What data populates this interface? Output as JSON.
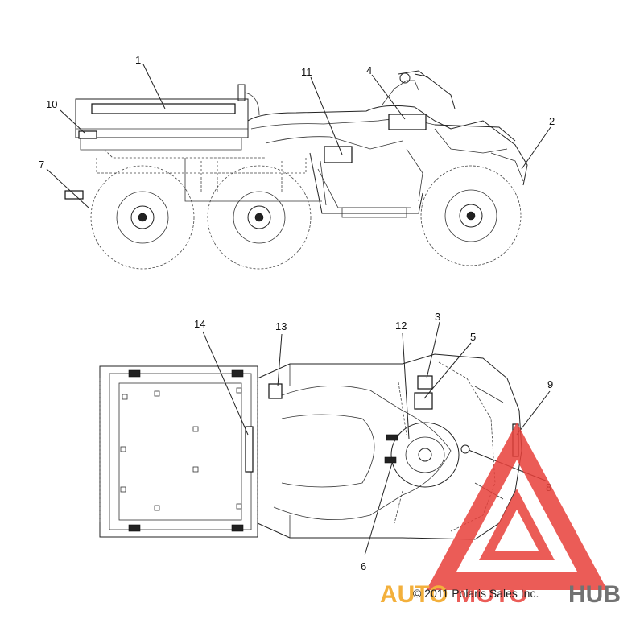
{
  "callouts": {
    "c1": "1",
    "c2": "2",
    "c3": "3",
    "c4": "4",
    "c5": "5",
    "c6": "6",
    "c7": "7",
    "c8": "8",
    "c9": "9",
    "c10": "10",
    "c11": "11",
    "c12": "12",
    "c13": "13",
    "c14": "14"
  },
  "copyright": "© 2011 Polaris Sales Inc.",
  "watermark": {
    "auto": "AUTO",
    "moto": "MOTO",
    "hub": "HUB",
    "color_primary": "#e8403a",
    "color_secondary": "#f2a31b",
    "color_dark": "#5a5a5a"
  }
}
